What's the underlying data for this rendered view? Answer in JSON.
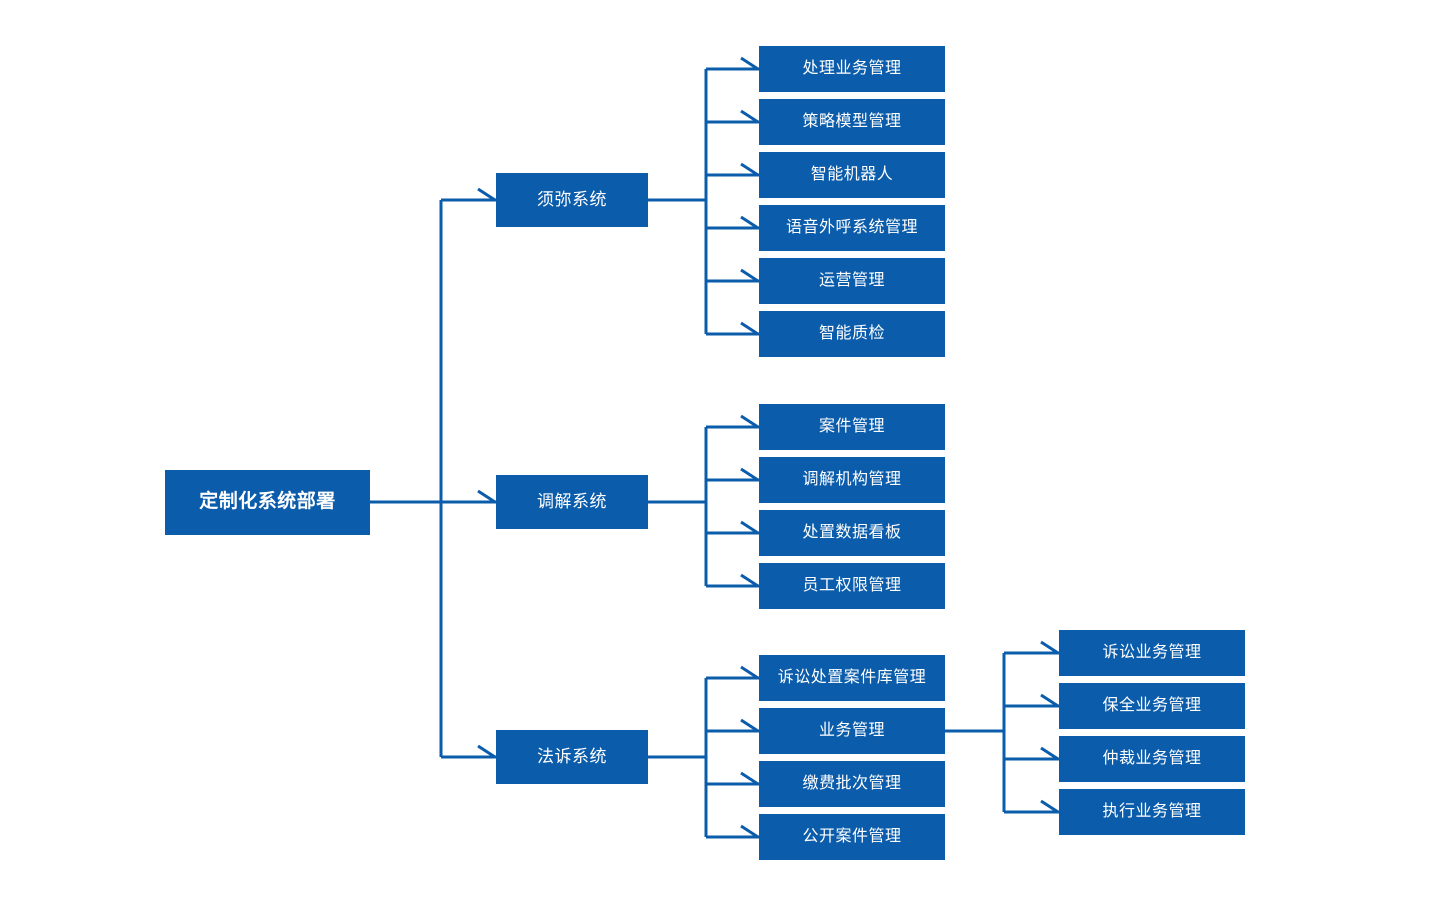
{
  "diagram": {
    "title": "定制化系统部署",
    "type": "org-tree",
    "orientation": "left-to-right",
    "accent_color": "#0B5CAB",
    "background_color": "#FFFFFF",
    "text_color": "#FFFFFF"
  },
  "root": {
    "label": "定制化系统部署"
  },
  "systems": [
    {
      "label": "须弥系统",
      "children": [
        {
          "label": "处理业务管理"
        },
        {
          "label": "策略模型管理"
        },
        {
          "label": "智能机器人"
        },
        {
          "label": "语音外呼系统管理"
        },
        {
          "label": "运营管理"
        },
        {
          "label": "智能质检"
        }
      ]
    },
    {
      "label": "调解系统",
      "children": [
        {
          "label": "案件管理"
        },
        {
          "label": "调解机构管理"
        },
        {
          "label": "处置数据看板"
        },
        {
          "label": "员工权限管理"
        }
      ]
    },
    {
      "label": "法诉系统",
      "children": [
        {
          "label": "诉讼处置案件库管理"
        },
        {
          "label": "业务管理",
          "children": [
            {
              "label": "诉讼业务管理"
            },
            {
              "label": "保全业务管理"
            },
            {
              "label": "仲裁业务管理"
            },
            {
              "label": "执行业务管理"
            }
          ]
        },
        {
          "label": "缴费批次管理"
        },
        {
          "label": "公开案件管理"
        }
      ]
    }
  ]
}
